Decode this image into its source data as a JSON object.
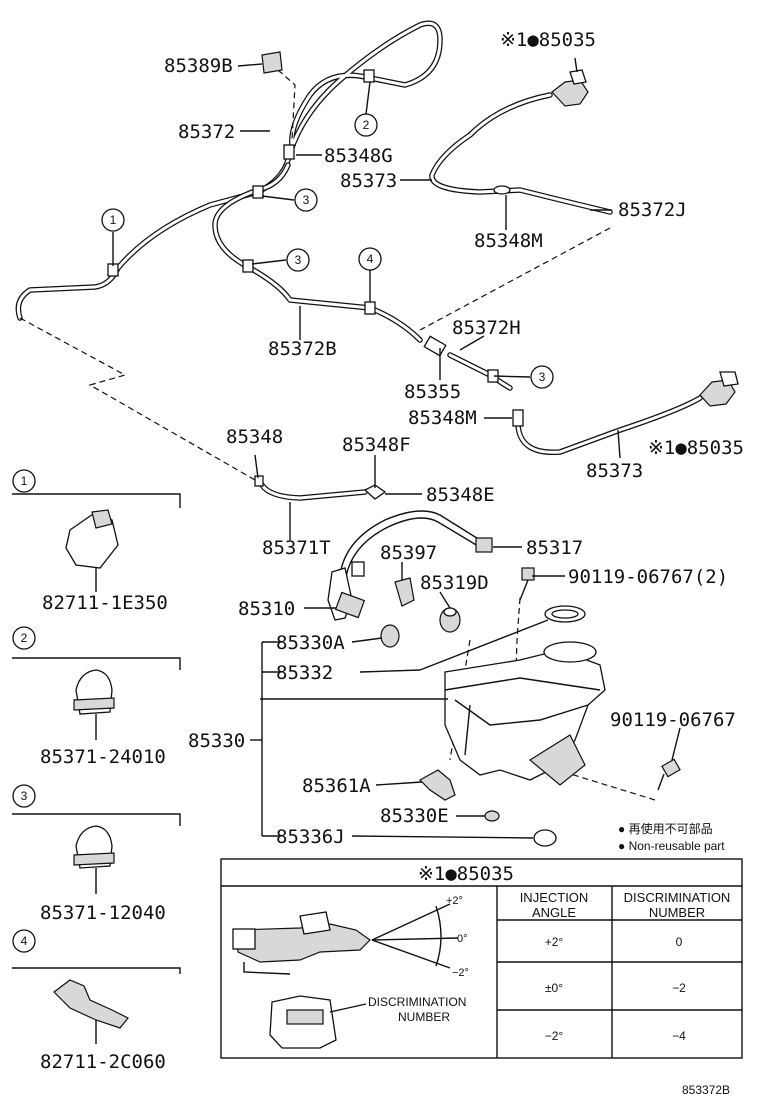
{
  "labels": {
    "p85389B": "85389B",
    "p85372": "85372",
    "p85348G": "85348G",
    "p85373a": "85373",
    "p85348M_a": "85348M",
    "p85372J": "85372J",
    "p85372B": "85372B",
    "p85372H": "85372H",
    "p85355": "85355",
    "p85348M_b": "85348M",
    "p85035_top": "※1●85035",
    "p85035_right": "※1●85035",
    "p85373b": "85373",
    "p85348": "85348",
    "p85348F": "85348F",
    "p85348E": "85348E",
    "p85371T": "85371T",
    "p85397": "85397",
    "p85317": "85317",
    "p85319D": "85319D",
    "p90119_2": "90119-06767(2)",
    "p85310": "85310",
    "p85330A": "85330A",
    "p85332": "85332",
    "p85330": "85330",
    "p90119": "90119-06767",
    "p85361A": "85361A",
    "p85330E": "85330E",
    "p85336J": "85336J"
  },
  "callouts": {
    "c1": "1",
    "c2": "2",
    "c3a": "3",
    "c3b": "3",
    "c3c": "3",
    "c4": "4"
  },
  "clips": [
    {
      "num": "1",
      "part": "82711-1E350"
    },
    {
      "num": "2",
      "part": "85371-24010"
    },
    {
      "num": "3",
      "part": "85371-12040"
    },
    {
      "num": "4",
      "part": "82711-2C060"
    }
  ],
  "legend": {
    "nonreusable_jp": "● 再使用不可部品",
    "nonreusable_en": "● Non-reusable part"
  },
  "table": {
    "title": "※1●85035",
    "col1": [
      "INJECTION",
      "ANGLE"
    ],
    "col2": [
      "DISCRIMINATION",
      "NUMBER"
    ],
    "rows": [
      {
        "angle": "+2°",
        "number": "0"
      },
      {
        "angle": "±0°",
        "number": "−2"
      },
      {
        "angle": "−2°",
        "number": "−4"
      }
    ],
    "angles": {
      "up": "+2°",
      "mid": "0°",
      "down": "−2°"
    },
    "disc_label": [
      "DISCRIMINATION",
      "NUMBER"
    ]
  },
  "footer": {
    "code": "853372B"
  }
}
